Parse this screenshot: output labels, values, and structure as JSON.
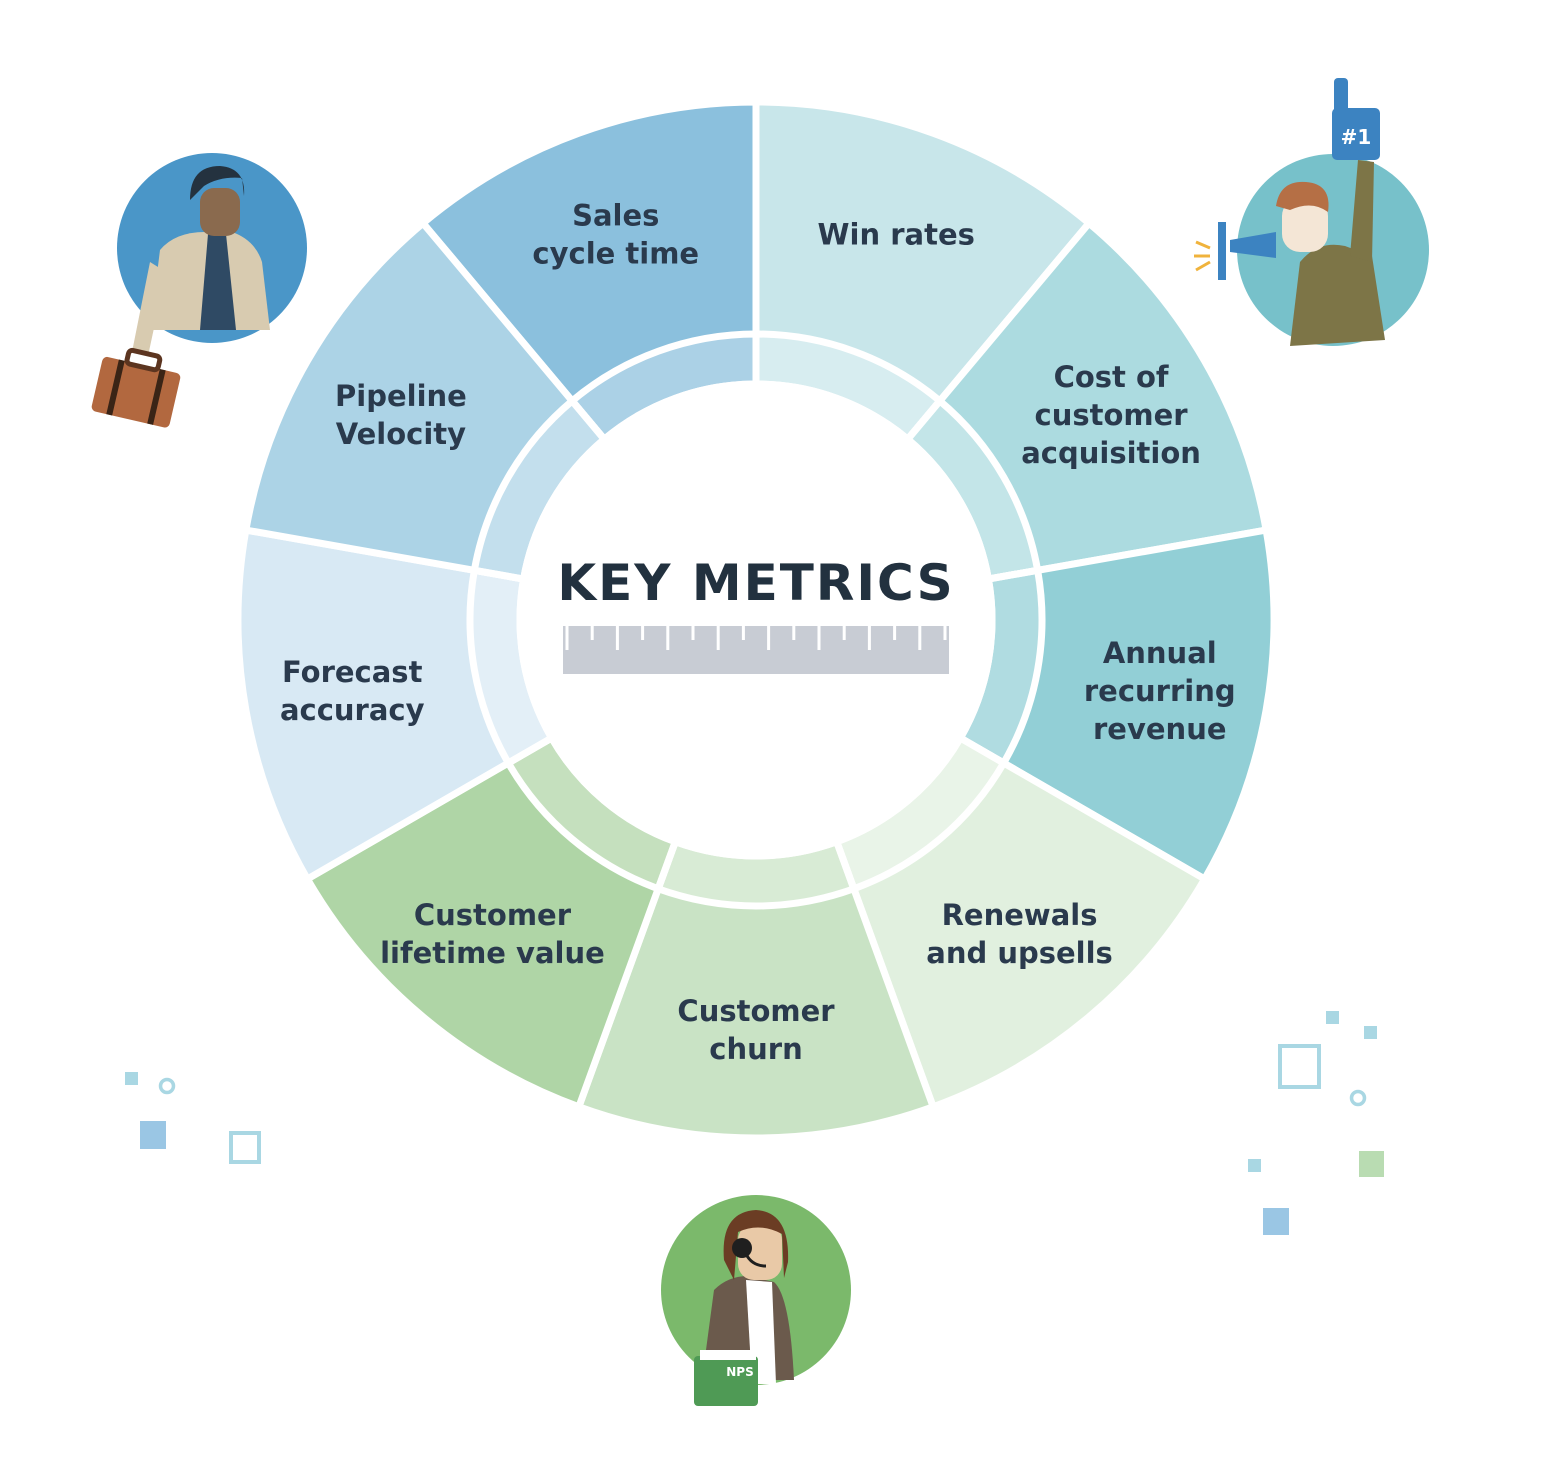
{
  "title": "KEY METRICS",
  "segments": [
    {
      "lines": [
        "Sales",
        "cycle time"
      ],
      "color": "#8bc0dd"
    },
    {
      "lines": [
        "Win rates"
      ],
      "color": "#c8e6ea"
    },
    {
      "lines": [
        "Cost of",
        "customer",
        "acquisition"
      ],
      "color": "#acdbe0"
    },
    {
      "lines": [
        "Annual",
        "recurring",
        "revenue"
      ],
      "color": "#92cfd6"
    },
    {
      "lines": [
        "Renewals",
        "and upsells"
      ],
      "color": "#e1f0df"
    },
    {
      "lines": [
        "Customer",
        "churn"
      ],
      "color": "#c9e3c5"
    },
    {
      "lines": [
        "Customer",
        "lifetime value"
      ],
      "color": "#afd5a6"
    },
    {
      "lines": [
        "Forecast",
        "accuracy"
      ],
      "color": "#d8e9f4"
    },
    {
      "lines": [
        "Pipeline",
        "Velocity"
      ],
      "color": "#acd3e6"
    }
  ],
  "badges": {
    "foam_finger": "#1",
    "nps_folder": "NPS"
  },
  "icons": [
    "businessman-icon",
    "briefcase-icon",
    "cheering-fan-icon",
    "megaphone-icon",
    "foam-finger-icon",
    "support-agent-icon",
    "headset-icon",
    "nps-folder-icon",
    "ruler-icon"
  ],
  "colors": {
    "title": "#22313f",
    "label": "#2a3a4d",
    "ruler": "#c8ccd4",
    "businessman_circle": "#4a96c8",
    "fan_circle": "#77c1ca",
    "agent_circle": "#7bb96b"
  }
}
